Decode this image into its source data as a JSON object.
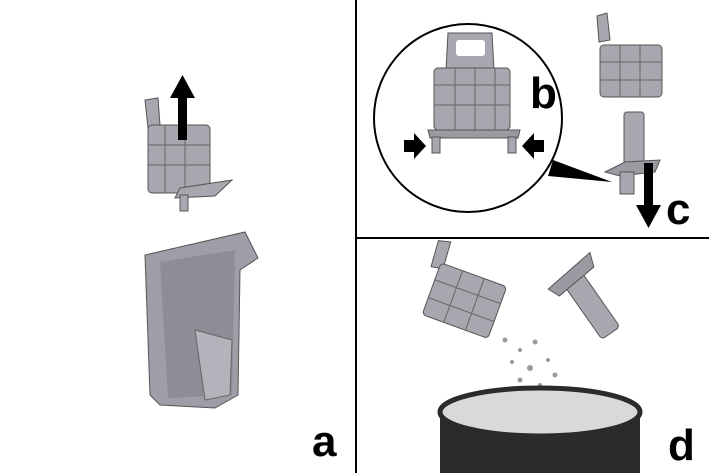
{
  "panels": {
    "a": {
      "label": "a"
    },
    "b": {
      "label": "b"
    },
    "c": {
      "label": "c"
    },
    "d": {
      "label": "d"
    }
  },
  "colors": {
    "part": "#a7a7b0",
    "part_dark": "#7d7d86",
    "line": "#000000",
    "container": "#2b2b2b",
    "container_top": "#d9d9d9"
  }
}
